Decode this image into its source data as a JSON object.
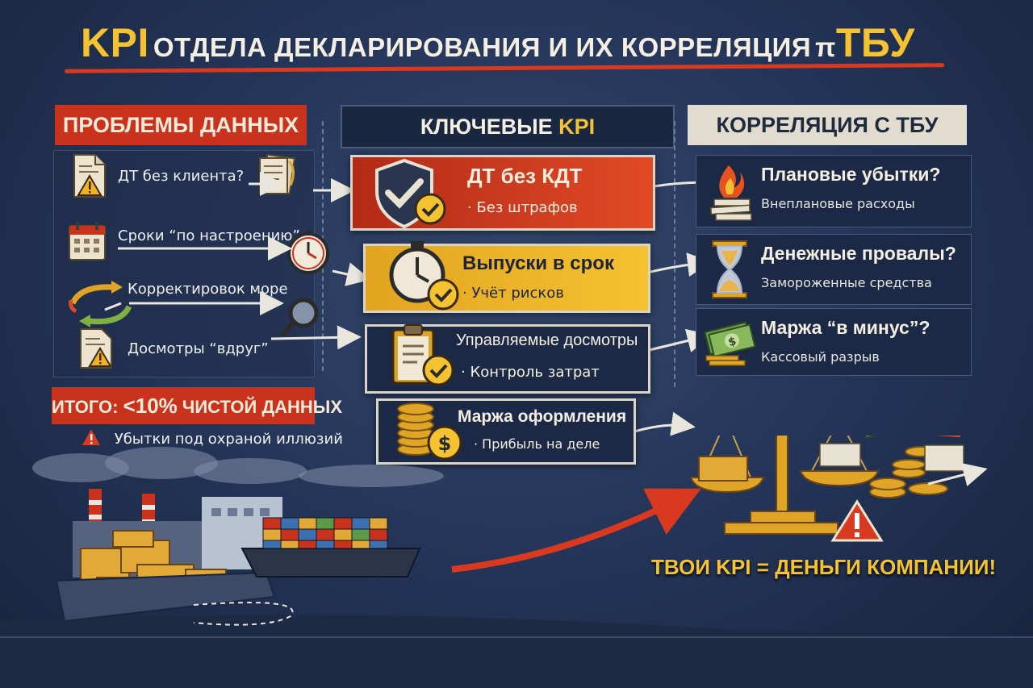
{
  "title": {
    "kpi": "KPI",
    "middle": "ОТДЕЛА ДЕКЛАРИРОВАНИЯ И ИХ КОРРЕЛЯЦИЯ",
    "mark": "π",
    "tbu": "ТБУ"
  },
  "columns": {
    "problems": "ПРОБЛЕМЫ ДАННЫХ",
    "key_kpi": {
      "text": "КЛЮЧЕВЫЕ ",
      "accent": "KPI"
    },
    "correlation": "КОРРЕЛЯЦИЯ С ТБУ"
  },
  "problems": [
    {
      "text": "ДТ без клиента?",
      "icon": "document-warning-icon"
    },
    {
      "text": "Сроки “по настроению”",
      "icon": "calendar-icon"
    },
    {
      "text": "Корректировок море",
      "icon": "circular-arrows-icon"
    },
    {
      "text": "Досмотры “вдруг”",
      "icon": "magnifier-document-icon"
    }
  ],
  "kpis": [
    {
      "title": "ДТ без КДТ",
      "sub": "· Без штрафов",
      "icon": "shield-check-icon"
    },
    {
      "title": "Выпуски в срок",
      "sub": "· Учёт рисков",
      "icon": "stopwatch-icon"
    },
    {
      "title": "Управляемые досмотры",
      "sub": "· Контроль затрат",
      "icon": "clipboard-check-icon"
    },
    {
      "title": "Маржа оформления",
      "sub": "· Прибыль на деле",
      "icon": "coins-dollar-icon"
    }
  ],
  "correlations": [
    {
      "title": "Плановые убытки?",
      "sub": "Внеплановые расходы",
      "icon": "burning-papers-icon"
    },
    {
      "title": "Денежные провалы?",
      "sub": "Замороженные средства",
      "icon": "hourglass-icon"
    },
    {
      "title": "Маржа “в минус”?",
      "sub": "Кассовый разрыв",
      "icon": "money-stack-icon"
    }
  ],
  "summary": {
    "prefix": "ИТОГО: ",
    "value": "<10%",
    "suffix": " ЧИСТОЙ ДАННЫХ",
    "loss": "Убытки под охраной иллюзий"
  },
  "slogan": "ТВОИ KPI = ДЕНЬГИ КОМПАНИИ!",
  "colors": {
    "accent_yellow": "#f5c232",
    "accent_red": "#c9321c",
    "background": "#25365a",
    "cream": "#e1dccd"
  }
}
